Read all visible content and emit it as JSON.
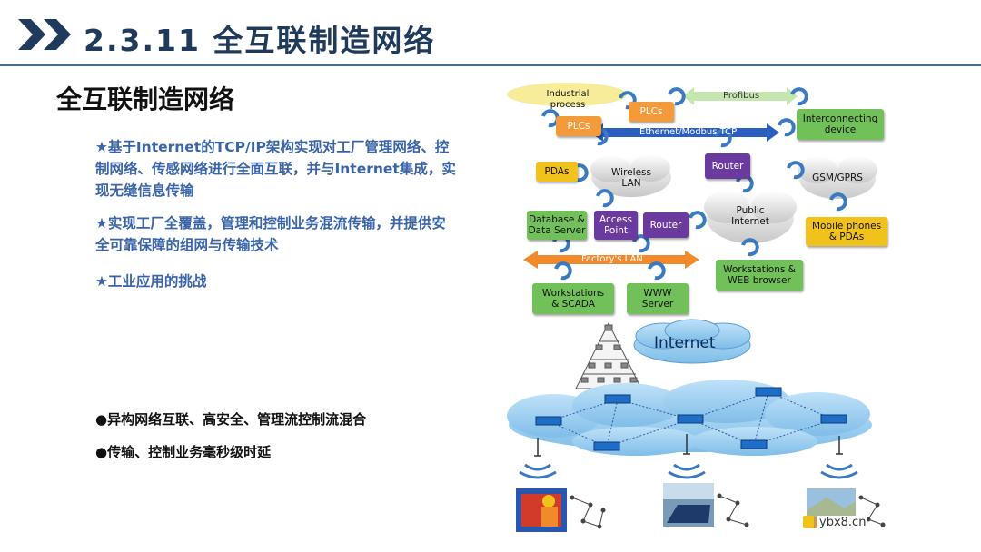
{
  "header": {
    "title": "2.3.11 全互联制造网络"
  },
  "main": {
    "title": "全互联制造网络",
    "points": [
      "★基于Internet的TCP/IP架构实现对工厂管理网络、控制网络、传感网络进行全面互联，并与Internet集成，实现无缝信息传输",
      "★实现工厂全覆盖，管理和控制业务混流传输，并提供安全可靠保障的组网与传输技术",
      "★工业应用的挑战"
    ],
    "bullets": [
      "●异构网络互联、高安全、管理流控制流混合",
      "●传输、控制业务毫秒级时延"
    ]
  },
  "diagram": {
    "industrial_process": "Industrial process",
    "profibus": "Profibus",
    "plcs_top": "PLCs",
    "plcs_left": "PLCs",
    "interconnecting": "Interconnecting\ndevice",
    "ethernet": "Ethernet/Modbus TCP",
    "pdas": "PDAs",
    "wireless_lan": "Wireless\nLAN",
    "router_top": "Router",
    "gsm": "GSM/GPRS",
    "public_internet": "Public\nInternet",
    "database": "Database &\nData Server",
    "access_point": "Access\nPoint",
    "router_mid": "Router",
    "mobile": "Mobile phones\n& PDAs",
    "factory_lan": "Factory's LAN",
    "workstations_web": "Workstations &\nWEB browser",
    "workstations_scada": "Workstations\n& SCADA",
    "www_server": "WWW\nServer",
    "internet": "Internet"
  },
  "watermark": "ybx8.cn",
  "colors": {
    "header": "#1f3a5a",
    "point_text": "#3a64a8",
    "green_box": "#72c05a",
    "yellow_box": "#f2c21c",
    "orange_box": "#f39a3a",
    "purple_box": "#6a3a9e"
  }
}
